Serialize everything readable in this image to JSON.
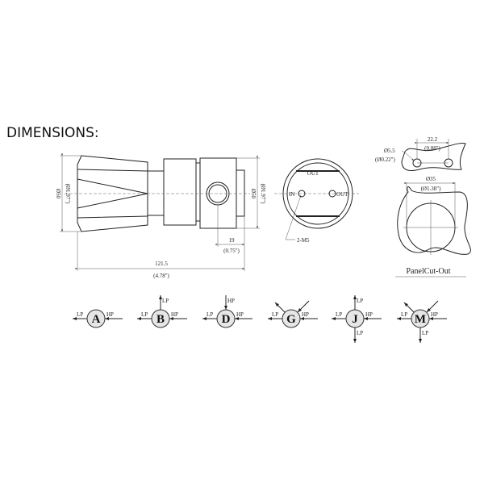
{
  "title": "DIMENSIONS:",
  "side_view": {
    "diameter_left": "Ø50",
    "diameter_left_in": "(Ø1.97\")",
    "diameter_right": "Ø50",
    "diameter_right_in": "(Ø1.97\")",
    "port_offset": "19",
    "port_offset_in": "(0.75\")",
    "length": "121.5",
    "length_in": "(4.78\")"
  },
  "end_view": {
    "out_top": "OUT",
    "in": "IN",
    "out": "OUT",
    "thread": "2-M5"
  },
  "panel": {
    "hole_dia": "Ø5.5",
    "hole_dia_in": "(Ø0.22\")",
    "spacing": "22.2",
    "spacing_in": "(0.88\")",
    "cut_dia": "Ø35",
    "cut_dia_in": "(Ø1.38\")",
    "caption": "PanelCut-Out"
  },
  "ports": [
    {
      "letter": "A",
      "left": "LP",
      "right": "HP"
    },
    {
      "letter": "B",
      "left": "LP",
      "right": "HP",
      "up": "LP"
    },
    {
      "letter": "D",
      "left": "LP",
      "right": "HP",
      "up": "HP"
    },
    {
      "letter": "G",
      "left": "LP",
      "right": "HP",
      "diag": true
    },
    {
      "letter": "J",
      "left": "LP",
      "right": "HP",
      "up": "LP",
      "down": "LP"
    },
    {
      "letter": "M",
      "left": "LP",
      "right": "HP",
      "diag": true,
      "down": "LP"
    }
  ]
}
